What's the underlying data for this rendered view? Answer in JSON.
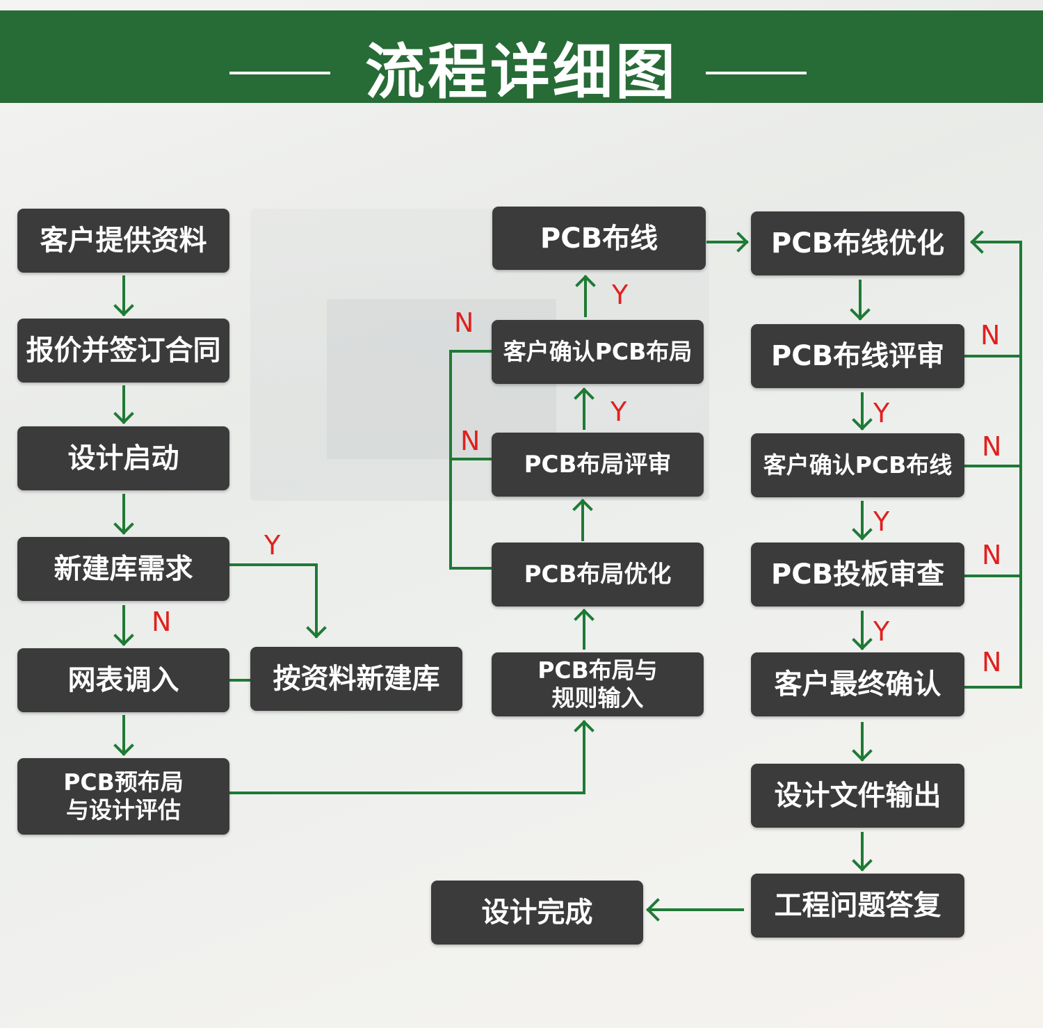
{
  "header": {
    "title": "流程详细图"
  },
  "colors": {
    "header_bg": "#276b36",
    "box_bg": "#3b3b3b",
    "connector": "#1e7a35",
    "decision_label": "#e0201e"
  },
  "steps": {
    "s1": "客户提供资料",
    "s2": "报价并签订合同",
    "s3": "设计启动",
    "s4": "新建库需求",
    "s5": "网表调入",
    "s5b": "按资料新建库",
    "s6": "PCB预布局\n与设计评估",
    "s7": "PCB布局与\n规则输入",
    "s8": "PCB布局优化",
    "s9": "PCB布局评审",
    "s10": "客户确认PCB布局",
    "s11": "PCB布线",
    "s12": "PCB布线优化",
    "s13": "PCB布线评审",
    "s14": "客户确认PCB布线",
    "s15": "PCB投板审查",
    "s16": "客户最终确认",
    "s17": "设计文件输出",
    "s18": "工程问题答复",
    "s19": "设计完成"
  },
  "labels": {
    "yes": "Y",
    "no": "N"
  }
}
